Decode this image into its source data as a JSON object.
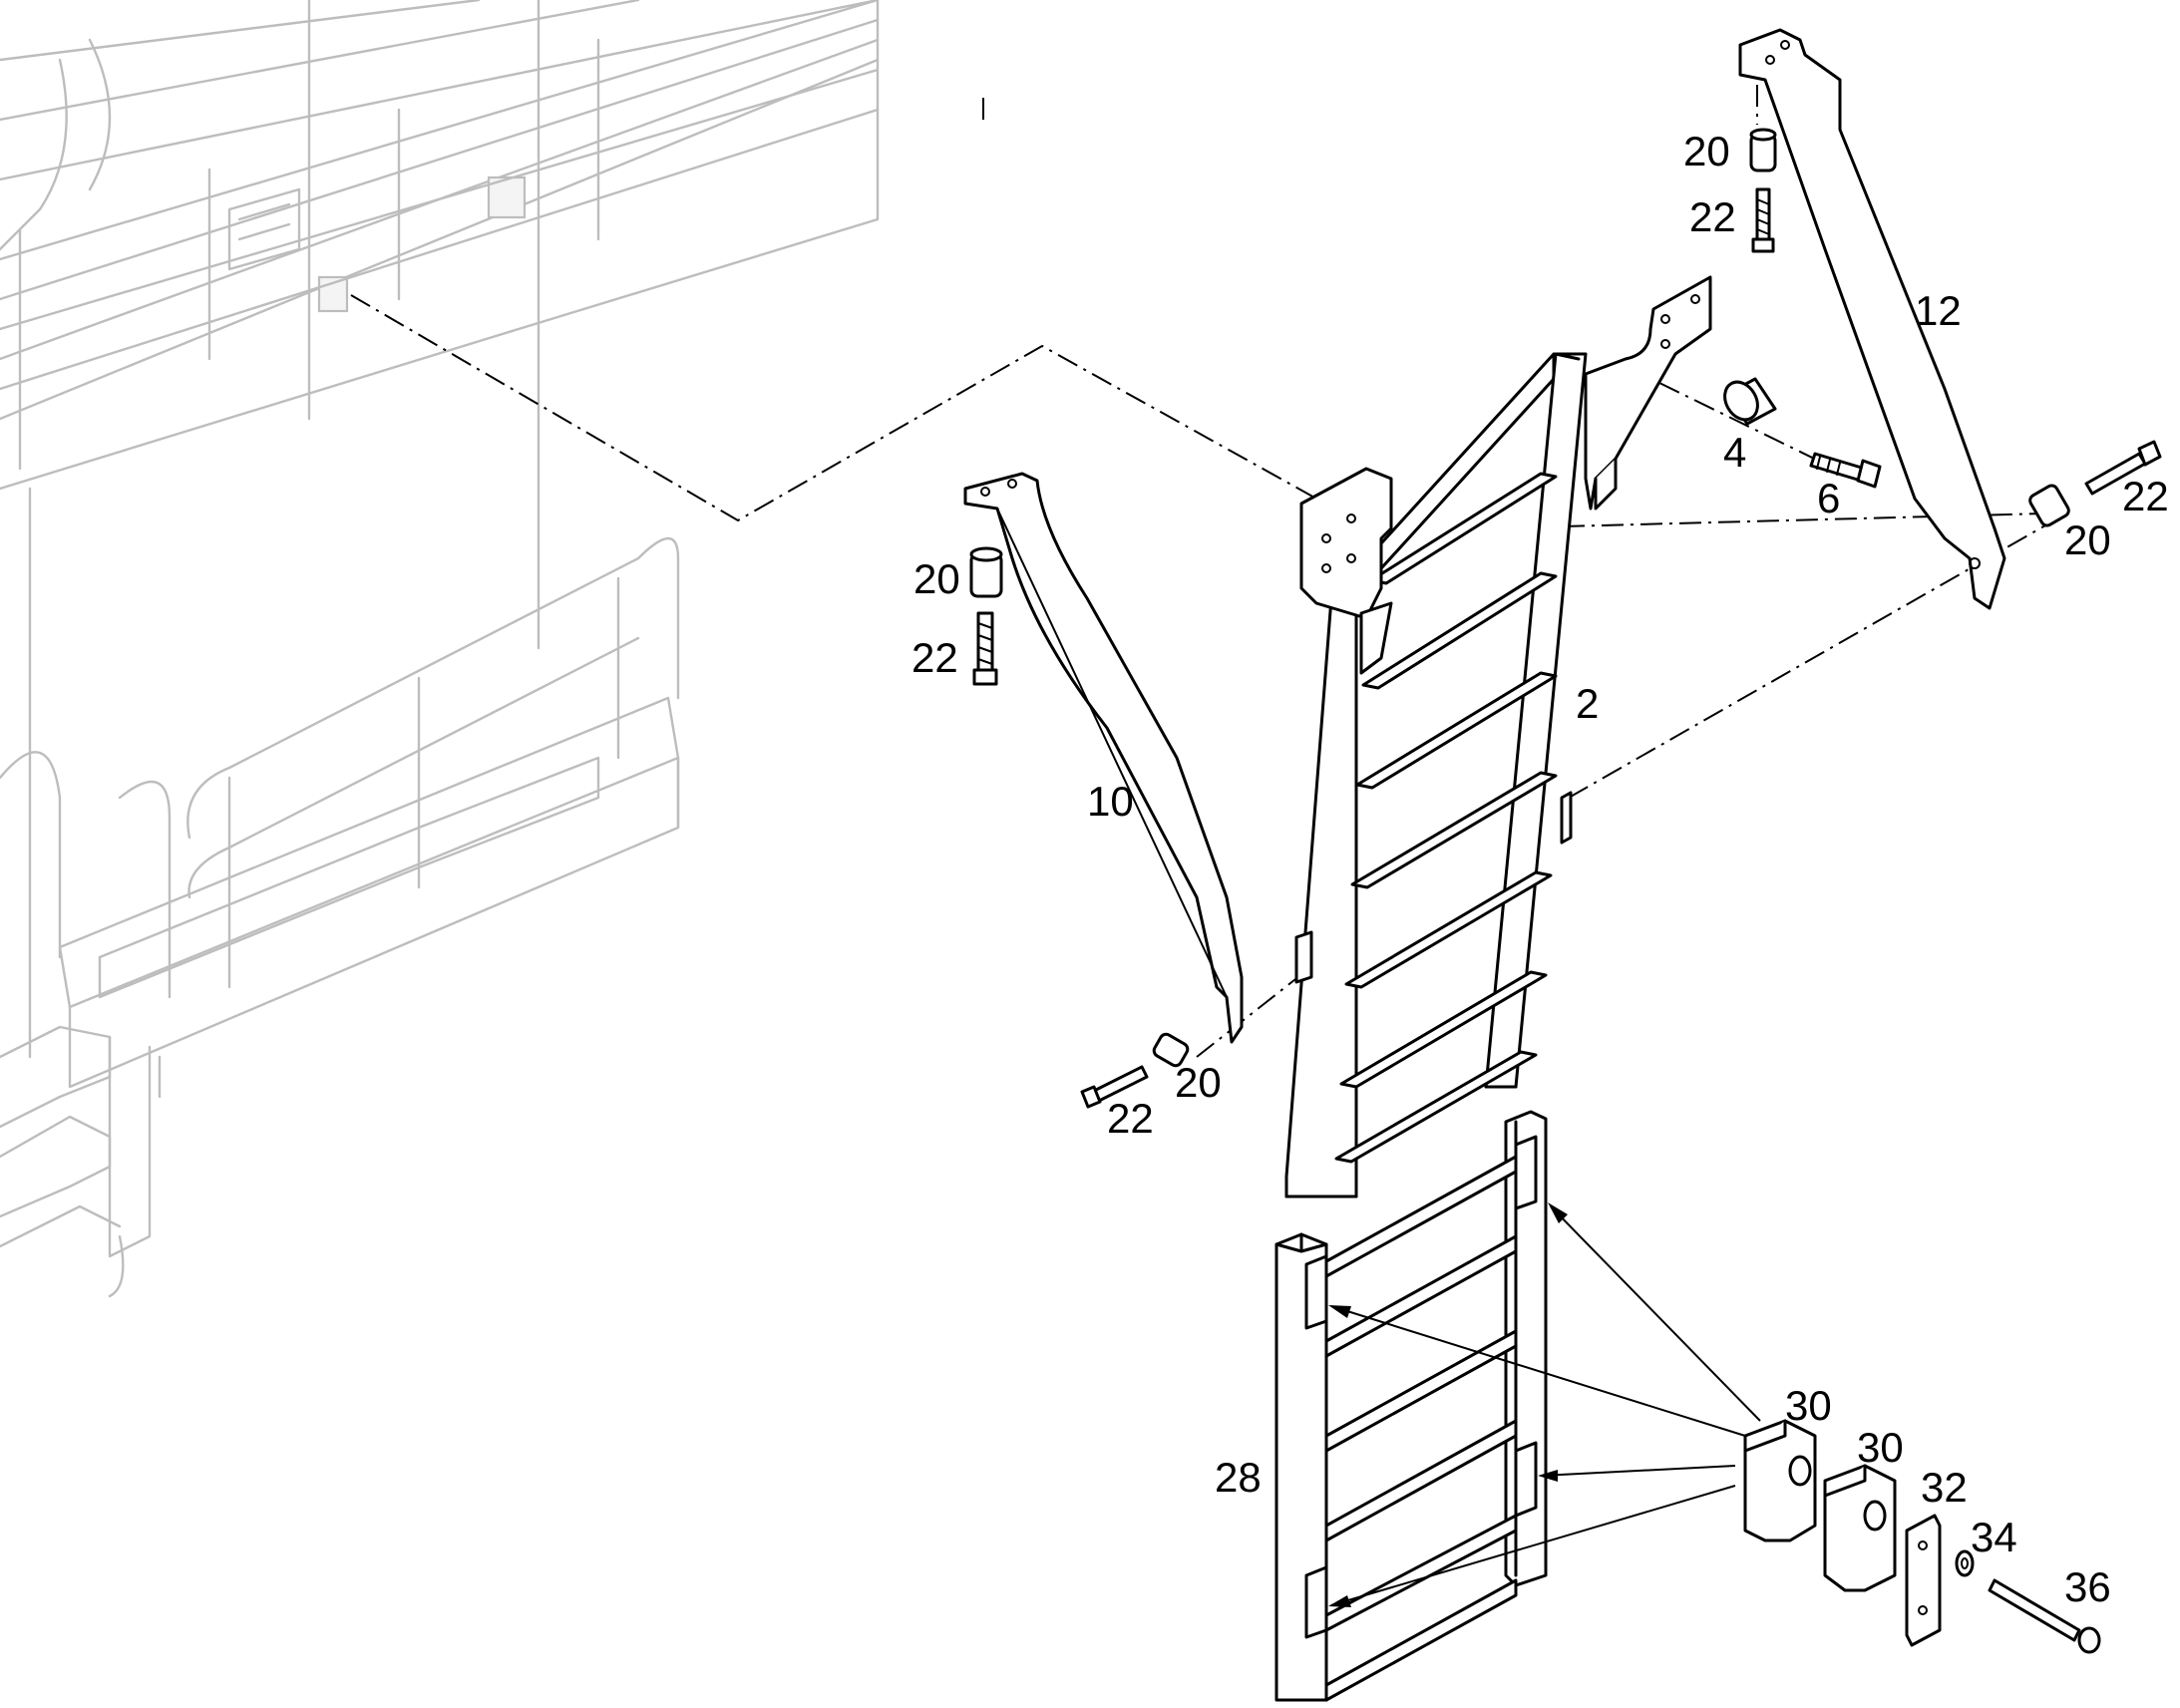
{
  "callouts": {
    "c2": "2",
    "c4": "4",
    "c6": "6",
    "c10": "10",
    "c12": "12",
    "c20_top": "20",
    "c22_top": "22",
    "c20_left": "20",
    "c22_left": "22",
    "c20_bottom": "20",
    "c22_bottom": "22",
    "c20_right": "20",
    "c22_right": "22",
    "c28": "28",
    "c30_a": "30",
    "c30_b": "30",
    "c32": "32",
    "c34": "34",
    "c36": "36"
  }
}
